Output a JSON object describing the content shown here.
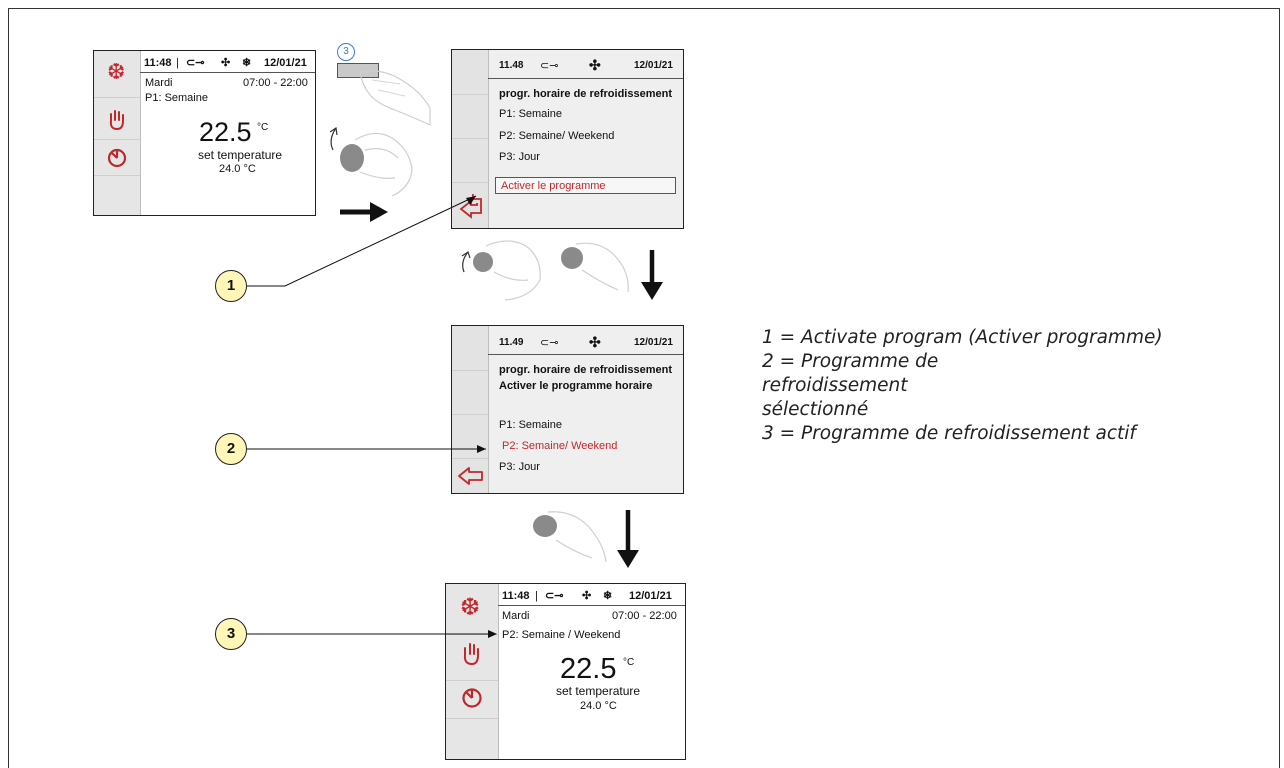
{
  "screen1": {
    "time": "11:48",
    "date": "12/01/21",
    "day": "Mardi",
    "hours": "07:00 - 22:00",
    "program": "P1: Semaine",
    "temp": "22.5",
    "unit": "°C",
    "set_label": "set temperature",
    "set_value": "24.0 °C"
  },
  "screen2": {
    "time": "11.48",
    "date": "12/01/21",
    "title": "progr. horaire de refroidissement",
    "items": [
      "P1: Semaine",
      "P2: Semaine/ Weekend",
      "P3: Jour"
    ],
    "selected": "Activer le programme"
  },
  "screen3": {
    "time": "11.49",
    "date": "12/01/21",
    "title": "progr. horaire de refroidissement",
    "subtitle": "Activer le programme horaire",
    "items": [
      "P1: Semaine",
      "P2: Semaine/ Weekend",
      "P3: Jour"
    ]
  },
  "screen4": {
    "time": "11:48",
    "date": "12/01/21",
    "day": "Mardi",
    "hours": "07:00 - 22:00",
    "program": "P2: Semaine / Weekend",
    "temp": "22.5",
    "unit": "°C",
    "set_label": "set temperature",
    "set_value": "24.0 °C"
  },
  "button_label": "3",
  "callouts": [
    "1",
    "2",
    "3"
  ],
  "legend": [
    "1 = Activate program (Activer programme)",
    "2 = Programme de refroidissement sélectionné",
    "3 = Programme de refroidissement actif"
  ],
  "colors": {
    "accent_red": "#c0282d",
    "callout_fill": "#fff6b8",
    "panel_gray": "#e6e6e6"
  }
}
